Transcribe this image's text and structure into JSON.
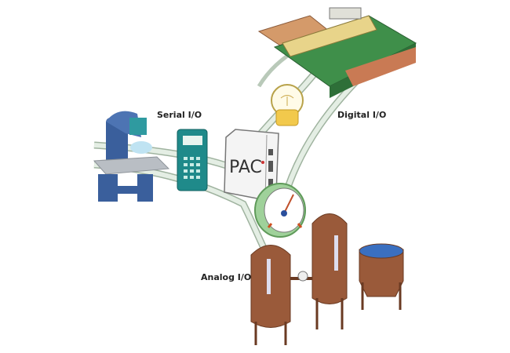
{
  "diagram": {
    "center_label": "PAC",
    "nodes": [
      {
        "id": "serial",
        "label": "Serial I/O"
      },
      {
        "id": "digital",
        "label": "Digital I/O"
      },
      {
        "id": "analog",
        "label": "Analog I/O"
      }
    ]
  },
  "colors": {
    "cable": "#d8e6d8",
    "cable_edge": "#9fb39f",
    "machine_blue": "#3a5f9c",
    "handheld_teal": "#1f8a8a",
    "bulb_yellow": "#f2c94c",
    "gauge_green": "#9fd19a",
    "tank_brown": "#9a5a3a",
    "printer_green": "#3f8f4a"
  }
}
